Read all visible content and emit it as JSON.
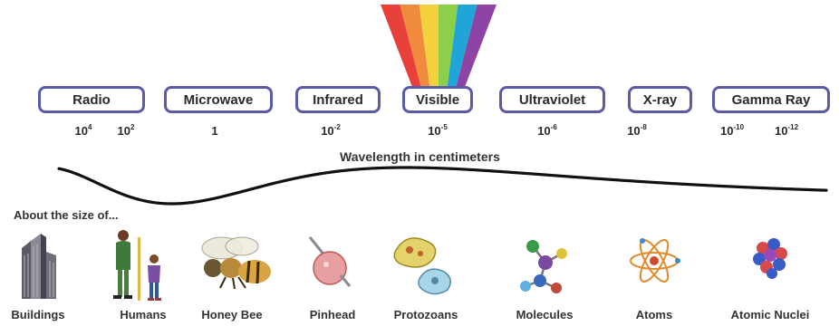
{
  "bands": [
    {
      "name": "Radio",
      "wavelengths": [
        {
          "base": "10",
          "exp": "4"
        },
        {
          "base": "10",
          "exp": "2"
        }
      ]
    },
    {
      "name": "Microwave",
      "wavelengths": [
        {
          "base": "1",
          "exp": ""
        }
      ]
    },
    {
      "name": "Infrared",
      "wavelengths": [
        {
          "base": "10",
          "exp": "-2"
        }
      ]
    },
    {
      "name": "Visible",
      "wavelengths": [
        {
          "base": "10",
          "exp": "-5"
        }
      ]
    },
    {
      "name": "Ultraviolet",
      "wavelengths": [
        {
          "base": "10",
          "exp": "-6"
        }
      ]
    },
    {
      "name": "X-ray",
      "wavelengths": [
        {
          "base": "10",
          "exp": "-8"
        }
      ]
    },
    {
      "name": "Gamma Ray",
      "wavelengths": [
        {
          "base": "10",
          "exp": "-10"
        },
        {
          "base": "10",
          "exp": "-12"
        }
      ]
    }
  ],
  "axis_caption": "Wavelength in centimeters",
  "size_caption": "About the size of...",
  "objects": [
    {
      "label": "Buildings",
      "icon": "buildings-icon"
    },
    {
      "label": "Humans",
      "icon": "humans-icon"
    },
    {
      "label": "Honey Bee",
      "icon": "honey-bee-icon"
    },
    {
      "label": "Pinhead",
      "icon": "pinhead-icon"
    },
    {
      "label": "Protozoans",
      "icon": "protozoans-icon"
    },
    {
      "label": "Molecules",
      "icon": "molecules-icon"
    },
    {
      "label": "Atoms",
      "icon": "atom-icon"
    },
    {
      "label": "Atomic Nuclei",
      "icon": "atomic-nuclei-icon"
    }
  ],
  "colors": {
    "box_border": "#5a5aa6",
    "spectrum": [
      "#e8403a",
      "#f08a3c",
      "#f4d23e",
      "#8ccf4a",
      "#1fa5d8",
      "#8e44a4"
    ]
  }
}
